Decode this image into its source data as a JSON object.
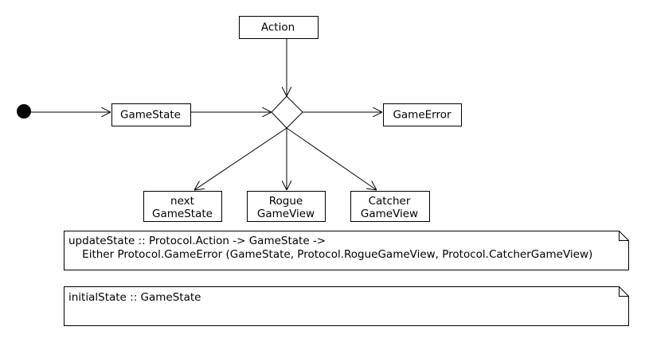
{
  "nodes": {
    "action": "Action",
    "game_state": "GameState",
    "game_error": "GameError",
    "next_game_state": [
      "next",
      "GameState"
    ],
    "rogue_game_view": [
      "Rogue",
      "GameView"
    ],
    "catcher_game_view": [
      "Catcher",
      "GameView"
    ]
  },
  "notes": {
    "update_state": [
      "updateState :: Protocol.Action -> GameState ->",
      "    Either Protocol.GameError (GameState, Protocol.RogueGameView, Protocol.CatcherGameView)"
    ],
    "initial_state": [
      "initialState :: GameState"
    ]
  }
}
